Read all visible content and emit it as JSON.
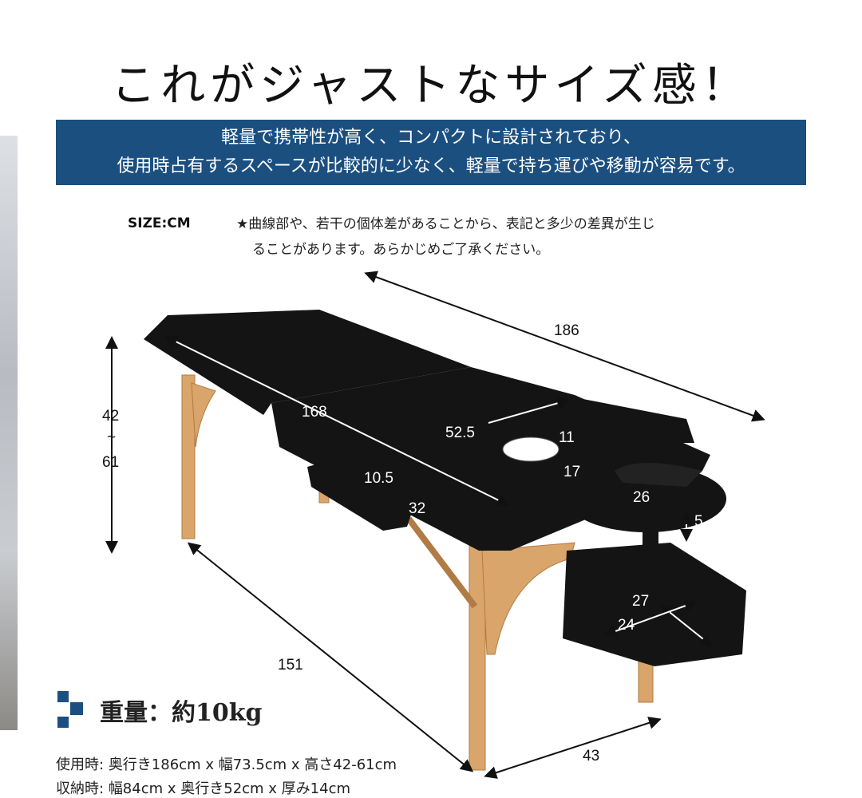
{
  "title": "これがジャストなサイズ感！",
  "banner": {
    "line1": "軽量で携帯性が高く、コンパクトに設計されており、",
    "line2": "使用時占有するスペースが比較的に少なく、軽量で持ち運びや移動が容易です。"
  },
  "size_label": "SIZE:CM",
  "note": {
    "line1": "★曲線部や、若干の個体差があることから、表記と多少の差異が生じ",
    "line2": "ることがあります。あらかじめご了承ください。"
  },
  "dimensions": {
    "length": "186",
    "top_length": "168",
    "section": "52.5",
    "face_hole": "11",
    "face_hole_b": "17",
    "armrest_w": "10.5",
    "armrest_l": "32",
    "headrest": "26",
    "headrest_h": "5",
    "bag_a": "27",
    "bag_b": "24",
    "folded_len": "151",
    "width": "43",
    "height": "42\n~\n61",
    "height_min": "42",
    "height_tilde": "~",
    "height_max": "61"
  },
  "weight": "重量：約10kg",
  "spec_use": {
    "label": "使用時:",
    "text": "奥行き186cm x 幅73.5cm x 高さ42-61cm"
  },
  "spec_store": {
    "label": "収納時:",
    "text": "幅84cm x 奥行き52cm x 厚み14cm"
  },
  "colors": {
    "accent": "#1b4f80",
    "table": "#111111",
    "wood": "#d9a56a"
  }
}
